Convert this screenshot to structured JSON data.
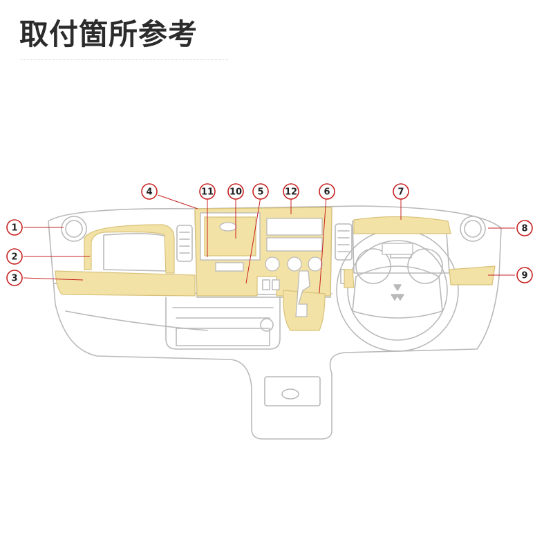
{
  "title": "取付箇所参考",
  "colors": {
    "line": "#b9b9b9",
    "accent_line": "#c62020",
    "highlight": "#f3e2a6",
    "highlight_stroke": "#d8c27a"
  },
  "callouts": [
    {
      "id": "1",
      "label": "①"
    },
    {
      "id": "2",
      "label": "②"
    },
    {
      "id": "3",
      "label": "③"
    },
    {
      "id": "4",
      "label": "④"
    },
    {
      "id": "5",
      "label": "⑤"
    },
    {
      "id": "6",
      "label": "⑥"
    },
    {
      "id": "7",
      "label": "⑦"
    },
    {
      "id": "8",
      "label": "⑧"
    },
    {
      "id": "9",
      "label": "⑨"
    },
    {
      "id": "10",
      "label": "⑩"
    },
    {
      "id": "11",
      "label": "⑪"
    },
    {
      "id": "12",
      "label": "⑫"
    }
  ]
}
